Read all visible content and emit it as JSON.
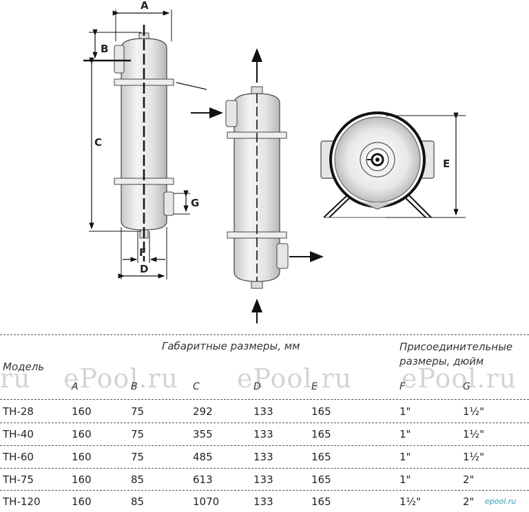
{
  "diagram": {
    "labels": {
      "a": "A",
      "b": "B",
      "c": "C",
      "d": "D",
      "e": "E",
      "f": "F",
      "g": "G"
    }
  },
  "table": {
    "group_dimensions": "Габаритные размеры, мм",
    "group_connections": "Присоединительные размеры, дюйм",
    "model_header": "Модель",
    "columns": [
      "A",
      "B",
      "C",
      "D",
      "E",
      "F",
      "G"
    ],
    "rows": [
      [
        "ТН-28",
        "160",
        "75",
        "292",
        "133",
        "165",
        "1\"",
        "1½\""
      ],
      [
        "ТН-40",
        "160",
        "75",
        "355",
        "133",
        "165",
        "1\"",
        "1½\""
      ],
      [
        "ТН-60",
        "160",
        "75",
        "485",
        "133",
        "165",
        "1\"",
        "1½\""
      ],
      [
        "ТН-75",
        "160",
        "85",
        "613",
        "133",
        "165",
        "1\"",
        "2\""
      ],
      [
        "ТН-120",
        "160",
        "85",
        "1070",
        "133",
        "165",
        "1½\"",
        "2\""
      ]
    ]
  },
  "watermarks": [
    "ePool.ru",
    "ePool.ru",
    "ePool.ru",
    "ru",
    "epool.ru"
  ]
}
